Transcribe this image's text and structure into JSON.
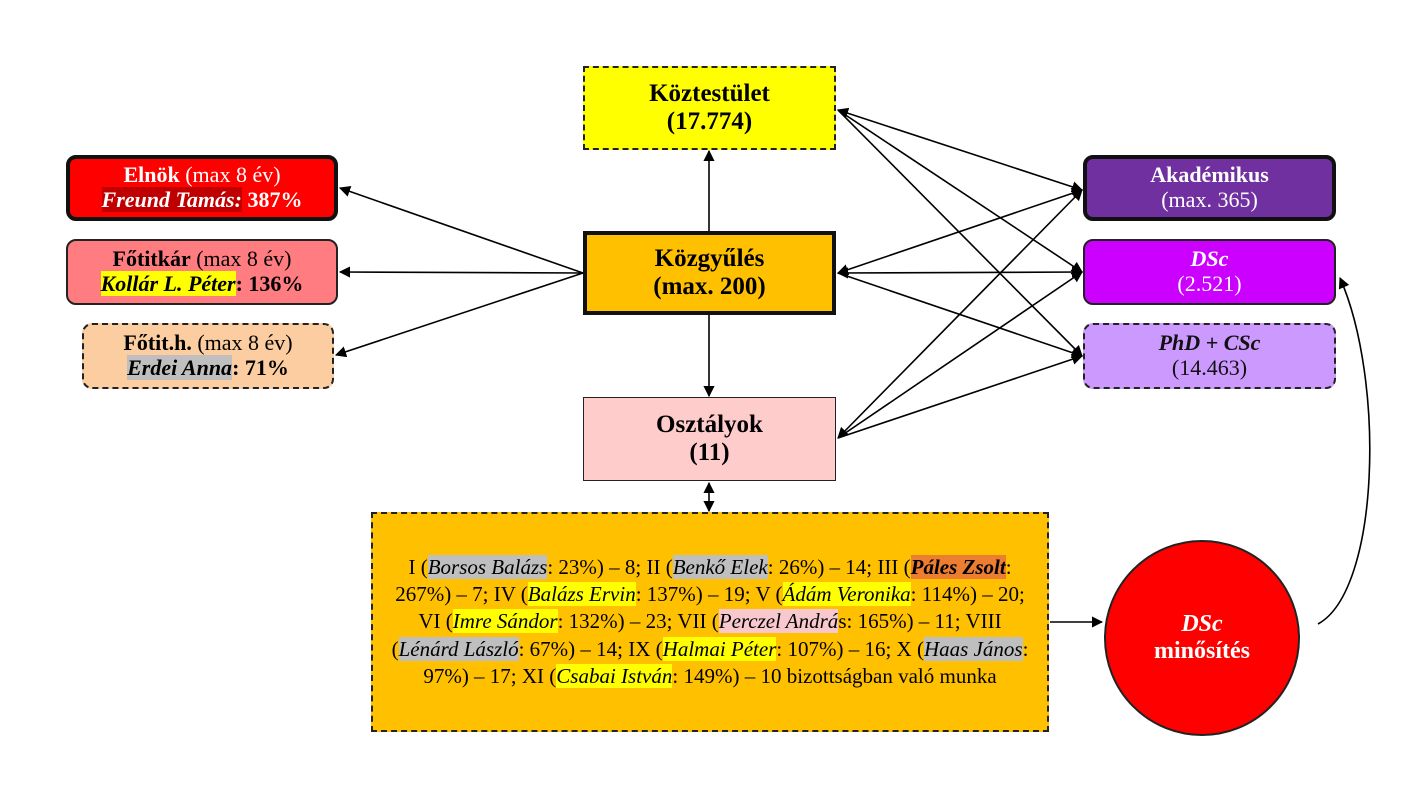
{
  "nodes": {
    "koztestulet": {
      "title": "Köztestület",
      "count": "(17.774)"
    },
    "kozgyules": {
      "title": "Közgyűlés",
      "count": "(max. 200)"
    },
    "osztalyok": {
      "title": "Osztályok",
      "count": "(11)"
    },
    "elnok": {
      "role": "Elnök",
      "term": " (max 8 év)",
      "person": "Freund Tamás:",
      "pct": " 387%"
    },
    "fotitkar": {
      "role": "Főtitkár",
      "term": " (max 8 év)",
      "person": "Kollár L. Péter",
      "pct": ": 136%"
    },
    "fotith": {
      "role": "Főtit.h.",
      "term": " (max 8 év)",
      "person": "Erdei Anna",
      "pct": ": 71%"
    },
    "akademikus": {
      "title": "Akadémikus",
      "count": "(max. 365)"
    },
    "dsc": {
      "title": "DSc",
      "count": "(2.521)"
    },
    "phd": {
      "title": "PhD + CSc",
      "count": "(14.463)"
    },
    "minosites": {
      "title": "DSc",
      "subtitle": "minősítés"
    }
  },
  "committee_sections": [
    {
      "pre": "I (",
      "name": "Borsos Balázs",
      "pct": ": 23%",
      "post": ") – 8; ",
      "hl": "gray",
      "bold": false
    },
    {
      "pre": "II (",
      "name": "Benkő Elek",
      "pct": ": 26%",
      "post": ") – 14; ",
      "hl": "gray",
      "bold": false
    },
    {
      "pre": "III (",
      "name": "Páles Zsolt",
      "pct": ": 267%",
      "post": ") – 7; ",
      "hl": "orange",
      "bold": true
    },
    {
      "pre": "IV (",
      "name": "Balázs Ervin",
      "pct": ": 137%",
      "post": ") – 19; ",
      "hl": "yellow",
      "bold": false
    },
    {
      "pre": "V (",
      "name": "Ádám Veronika",
      "pct": ": 114%",
      "post": ") – 20; ",
      "hl": "yellow",
      "bold": false
    },
    {
      "pre": "VI (",
      "name": "Imre Sándor",
      "pct": ": 132%",
      "post": ") – 23; ",
      "hl": "yellow",
      "bold": false
    },
    {
      "pre": "VII (",
      "name": "Perczel Andrá",
      "pct": "s: 165%",
      "post": ") – 11; ",
      "hl": "pink",
      "bold": false
    },
    {
      "pre": "VIII (",
      "name": "Lénárd László",
      "pct": ": 67%",
      "post": ") – 14; ",
      "hl": "gray",
      "bold": false
    },
    {
      "pre": "IX (",
      "name": "Halmai Péter",
      "pct": ": 107%",
      "post": ") – 16; ",
      "hl": "yellow",
      "bold": false
    },
    {
      "pre": "X (",
      "name": "Haas János",
      "pct": ": 97%",
      "post": ") – 17; ",
      "hl": "gray",
      "bold": false
    },
    {
      "pre": "XI (",
      "name": "Csabai István",
      "pct": ": 149%",
      "post": ") – 10 bizottságban való munka",
      "hl": "yellow",
      "bold": false
    }
  ],
  "colors": {
    "elnok": "#ff0000",
    "fotitkar": "#ff7c80",
    "fotith": "#fbcda0",
    "koztestulet": "#ffff00",
    "kozgyules": "#ffc000",
    "osztalyok": "#ffcccc",
    "akademikus": "#7030a0",
    "dsc": "#cc00ff",
    "phd": "#cc99ff",
    "minosites": "#ff0000"
  }
}
